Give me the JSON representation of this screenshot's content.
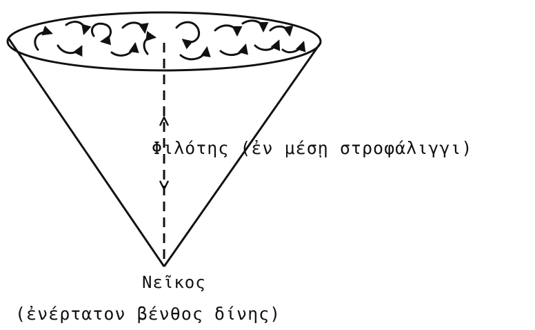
{
  "diagram": {
    "center_label": "Φιλότης (ἐν μέσῃ στροφάλιγγι)",
    "apex_label": "Νεῖκος",
    "apex_sublabel": "(ἐνέρτατον βένθος δίνης)",
    "colors": {
      "ink": "#111111",
      "background": "#ffffff"
    }
  }
}
